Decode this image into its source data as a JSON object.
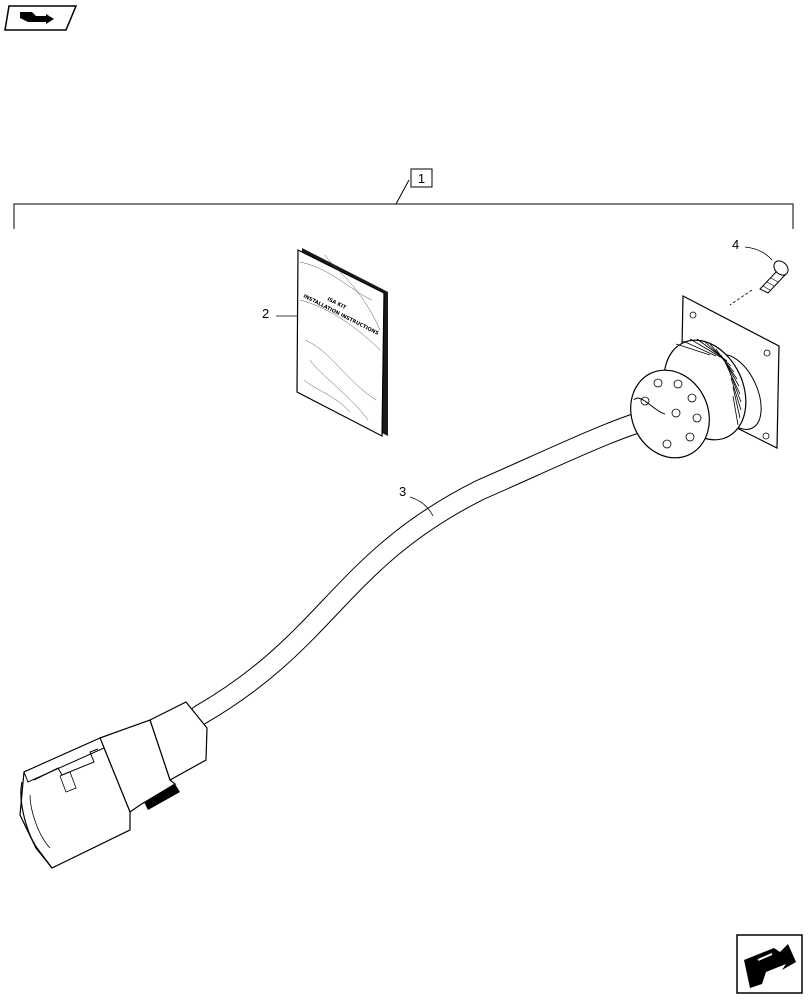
{
  "callouts": {
    "kit": "1",
    "instructions": "2",
    "harness": "3",
    "screw": "4"
  },
  "booklet": {
    "line1": "ISA KIT",
    "line2": "INSTALLATION INSTRUCTIONS"
  },
  "icons": {
    "top_left": "previous-page-icon",
    "bottom_right": "next-page-icon"
  }
}
